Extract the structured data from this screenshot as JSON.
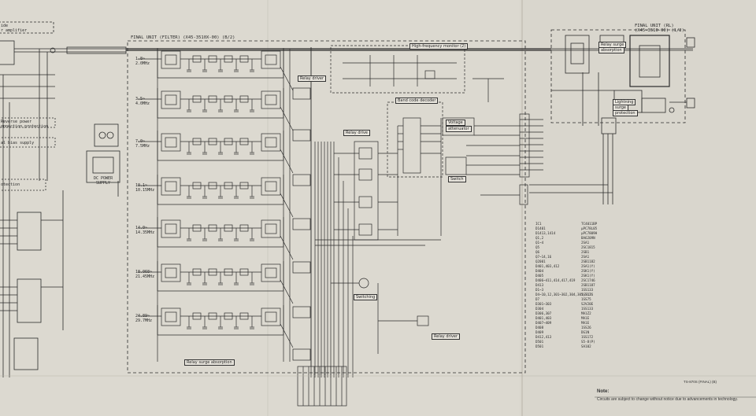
{
  "sheet": {
    "paper_color": "#dcd9d0",
    "ink_color": "#2b2b2b"
  },
  "left_strip": {
    "top_label": "ide",
    "amp_label": "r amplifier",
    "reverse_label_1": "Reverse power",
    "reverse_label_2": "onnection protection",
    "bias_label": "al bias supply",
    "dc_power_label_1": "DC POWER",
    "dc_power_label_2": "SUPPLY",
    "otection_label": "otection"
  },
  "filter_unit": {
    "title": "FINAL UNIT (FILTER) (X45-3510X-00) (B/2)",
    "bands": [
      "1.8~\n2.0MHz",
      "3.5~\n4.0MHz",
      "7.0~\n7.5MHz",
      "10.1~\n10.15MHz",
      "14.0~\n14.35MHz",
      "18.068~\n21.45MHz",
      "24.89~\n29.7MHz"
    ],
    "relay_driver_label": "Relay driver",
    "relay_driver_label_2": "Relay driver",
    "relay_surge_label": "Relay surge absorption",
    "band_decoder_label": "Band code decoder",
    "voltage_label_1": "Voltage",
    "voltage_label_2": "attenuator",
    "switch_label": "Switch",
    "switching_label": "Switching",
    "relay_drive_label": "Relay drive",
    "harmonics_label": "High-frequency monitor (2)"
  },
  "final_unit_rl": {
    "title_1": "FINAL UNIT (RL)",
    "title_2": "(X45-3510-00) (1/2)",
    "relay_surge_1": "Relay surge",
    "relay_surge_2": "absorption",
    "lightning_1": "Lightning",
    "lightning_2": "surge",
    "lightning_3": "protection"
  },
  "parts_list": {
    "left": [
      "IC1",
      "D1401",
      "D1413,1414",
      "Q1,2",
      "Q1~4",
      "Q5",
      "Q6",
      "Q7~14,16",
      "Q2001",
      "D401,403,412",
      "D404",
      "D405",
      "D406~411,414,417,419",
      "D413",
      "D1~3",
      "D4~10,12,301~302,304,305,312",
      "D7",
      "D301~303",
      "D304",
      "D306,307",
      "D401,403",
      "D407~409",
      "D408",
      "D409",
      "D412,413",
      "D501",
      "D501"
    ],
    "right": [
      "TC4011BP",
      "μPC78L05",
      "μPC7809H",
      "BA6209N",
      "2SA1",
      "2SC1815",
      "2SB1",
      "2SA1",
      "2SB1182",
      "2SA1(Y)",
      "2SK1(Y)",
      "2SK1(Y)",
      "2SC1746",
      "2SB1187",
      "1SS133",
      "1SS176",
      "1SS75",
      "S2V20E",
      "1SS133",
      "MA1Z2",
      "MA1E",
      "MA1E",
      "1SS26",
      "DG1N",
      "1SS172",
      "S5-8(P)",
      "SA102"
    ]
  },
  "footer": {
    "code": "TS-870S (FINAL) (B)",
    "note_title": "Note:",
    "note_text": "Circuits are subject to change without notice due to advancements in technology."
  }
}
